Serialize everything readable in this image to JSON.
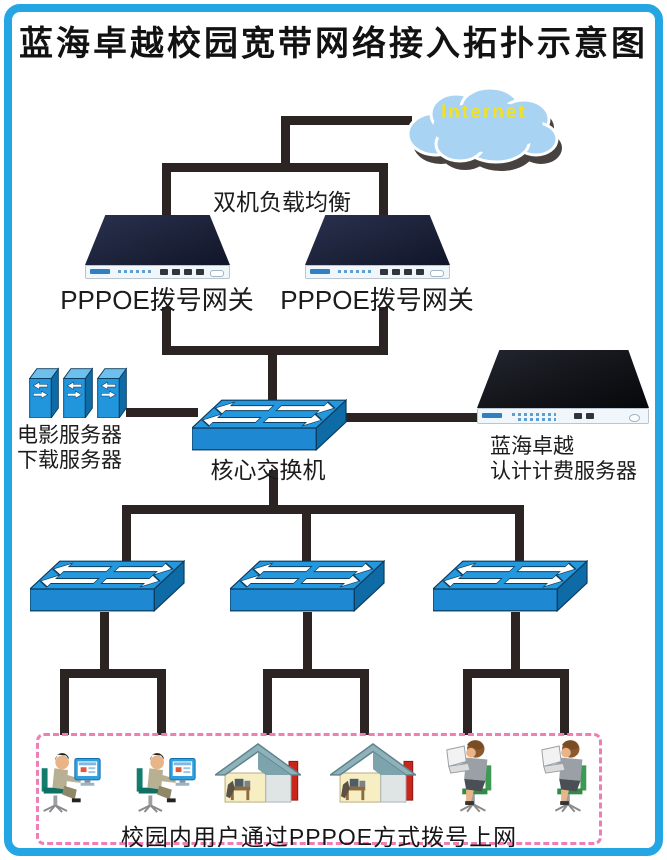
{
  "title": "蓝海卓越校园宽带网络接入拓扑示意图",
  "internet": {
    "label": "Internet"
  },
  "load_balance": {
    "label": "双机负载均衡"
  },
  "gateways": [
    {
      "label": "PPPOE拨号网关"
    },
    {
      "label": "PPPOE拨号网关"
    }
  ],
  "media_servers": {
    "labels": [
      "电影服务器",
      "下载服务器"
    ],
    "tower_count": 3
  },
  "core_switch": {
    "label": "核心交换机"
  },
  "billing_server": {
    "labels": [
      "蓝海卓越",
      "认计计费服务器"
    ]
  },
  "access_switches": {
    "count": 3
  },
  "users": {
    "caption": "校园内用户通过PPPOE方式拨号上网",
    "types": [
      "desktop-user",
      "desktop-user",
      "home-user",
      "home-user",
      "laptop-user",
      "laptop-user"
    ]
  },
  "colors": {
    "frame_blue": "#24a5e4",
    "wire_black": "#2b2422",
    "switch_blue": "#2498de",
    "cloud_blue": "#a9d3f2",
    "internet_yellow": "#f2e11e",
    "dashed_pink": "#ee7eb5",
    "gateway_navy": "#1c2238",
    "server_black": "#121419"
  }
}
